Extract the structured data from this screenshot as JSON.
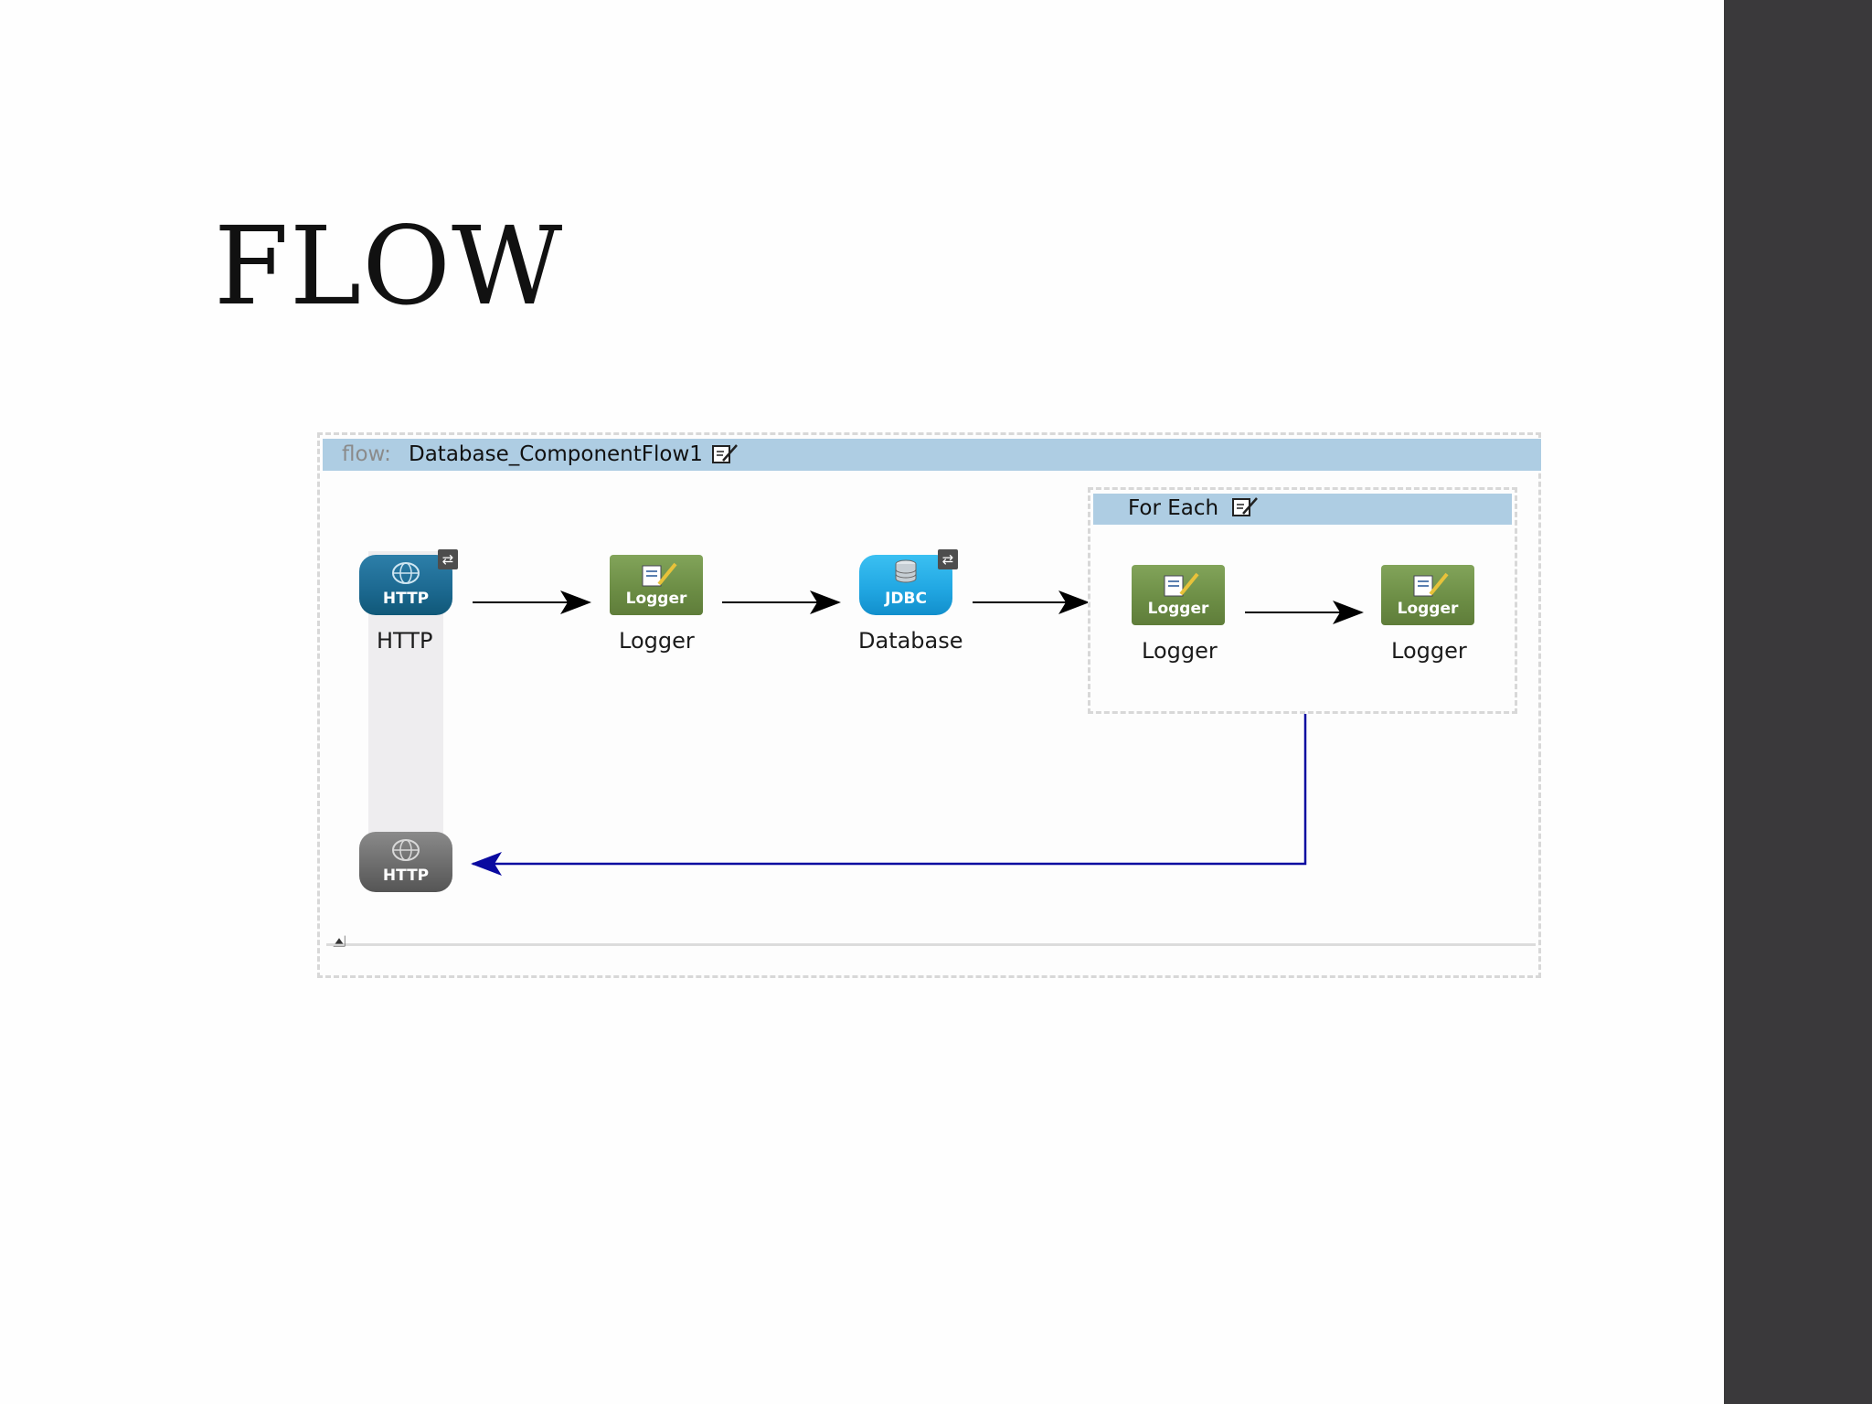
{
  "slide": {
    "title": "FLOW"
  },
  "flow": {
    "prefix": "flow:",
    "name": "Database_ComponentFlow1",
    "nodes": [
      {
        "id": "http",
        "icon_text": "HTTP",
        "label": "HTTP",
        "icon": "globe-icon"
      },
      {
        "id": "logger1",
        "icon_text": "Logger",
        "label": "Logger",
        "icon": "logger-icon"
      },
      {
        "id": "database",
        "icon_text": "JDBC",
        "label": "Database",
        "icon": "database-icon"
      },
      {
        "id": "http-response",
        "icon_text": "HTTP",
        "label": "",
        "icon": "globe-icon"
      }
    ],
    "foreach": {
      "title": "For Each",
      "nodes": [
        {
          "id": "logger2",
          "icon_text": "Logger",
          "label": "Logger",
          "icon": "logger-icon"
        },
        {
          "id": "logger3",
          "icon_text": "Logger",
          "label": "Logger",
          "icon": "logger-icon"
        }
      ]
    }
  },
  "colors": {
    "header": "#aecde3",
    "sidebar": "#3a393b",
    "return_arrow": "#0a0aa0"
  }
}
